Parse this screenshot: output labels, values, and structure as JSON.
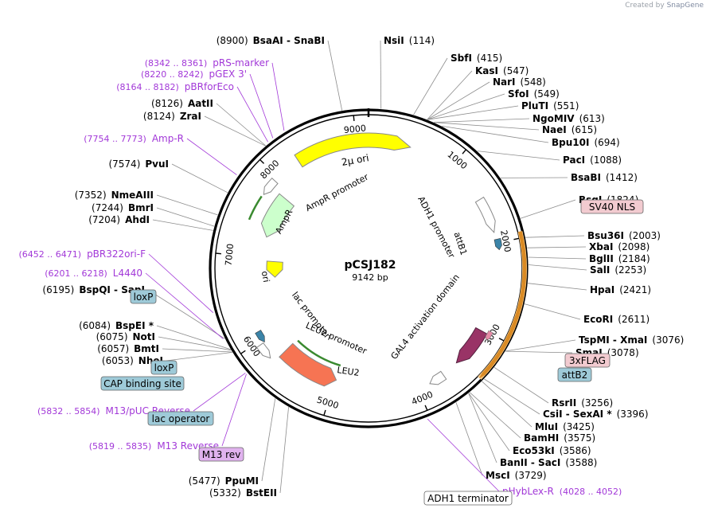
{
  "credit": {
    "prefix": "Created by",
    "brand": "SnapGene"
  },
  "plasmid": {
    "name": "pCSJ182",
    "length": "9142 bp",
    "total_bp": 9142
  },
  "ticks": [
    "1000",
    "2000",
    "3000",
    "4000",
    "5000",
    "6000",
    "7000",
    "8000",
    "9000"
  ],
  "sites": [
    {
      "name": "NsiI",
      "pos": "(114)",
      "order": "name-first"
    },
    {
      "name": "SbfI",
      "pos": "(415)",
      "order": "name-first"
    },
    {
      "name": "KasI",
      "pos": "(547)",
      "order": "name-first"
    },
    {
      "name": "NarI",
      "pos": "(548)",
      "order": "name-first"
    },
    {
      "name": "SfoI",
      "pos": "(549)",
      "order": "name-first"
    },
    {
      "name": "PluTI",
      "pos": "(551)",
      "order": "name-first"
    },
    {
      "name": "NgoMIV",
      "pos": "(613)",
      "order": "name-first"
    },
    {
      "name": "NaeI",
      "pos": "(615)",
      "order": "name-first"
    },
    {
      "name": "Bpu10I",
      "pos": "(694)",
      "order": "name-first"
    },
    {
      "name": "PacI",
      "pos": "(1088)",
      "order": "name-first"
    },
    {
      "name": "BsaBI",
      "pos": "(1412)",
      "order": "name-first"
    },
    {
      "name": "BsgI",
      "pos": "(1824)",
      "order": "name-first"
    },
    {
      "name": "Bsu36I",
      "pos": "(2003)",
      "order": "name-first"
    },
    {
      "name": "XbaI",
      "pos": "(2098)",
      "order": "name-first"
    },
    {
      "name": "BglII",
      "pos": "(2184)",
      "order": "name-first"
    },
    {
      "name": "SalI",
      "pos": "(2253)",
      "order": "name-first"
    },
    {
      "name": "HpaI",
      "pos": "(2421)",
      "order": "name-first"
    },
    {
      "name": "EcoRI",
      "pos": "(2611)",
      "order": "name-first"
    },
    {
      "name": "TspMI  -  XmaI",
      "pos": "(3076)",
      "order": "name-first"
    },
    {
      "name": "SmaI",
      "pos": "(3078)",
      "order": "name-first"
    },
    {
      "name": "RsrII",
      "pos": "(3256)",
      "order": "name-first"
    },
    {
      "name": "CsiI  -  SexAI *",
      "pos": "(3396)",
      "order": "name-first"
    },
    {
      "name": "MluI",
      "pos": "(3425)",
      "order": "name-first"
    },
    {
      "name": "BamHI",
      "pos": "(3575)",
      "order": "name-first"
    },
    {
      "name": "Eco53kI",
      "pos": "(3586)",
      "order": "name-first"
    },
    {
      "name": "BanII  -  SacI",
      "pos": "(3588)",
      "order": "name-first"
    },
    {
      "name": "MscI",
      "pos": "(3729)",
      "order": "name-first"
    },
    {
      "name": "BstEII",
      "pos": "(5332)",
      "order": "pos-first"
    },
    {
      "name": "PpuMI",
      "pos": "(5477)",
      "order": "pos-first"
    },
    {
      "name": "NheI",
      "pos": "(6053)",
      "order": "pos-first"
    },
    {
      "name": "BmtI",
      "pos": "(6057)",
      "order": "pos-first"
    },
    {
      "name": "NotI",
      "pos": "(6075)",
      "order": "pos-first"
    },
    {
      "name": "BspEI *",
      "pos": "(6084)",
      "order": "pos-first"
    },
    {
      "name": "BspQI  -  SapI",
      "pos": "(6195)",
      "order": "pos-first"
    },
    {
      "name": "AhdI",
      "pos": "(7204)",
      "order": "pos-first"
    },
    {
      "name": "BmrI",
      "pos": "(7244)",
      "order": "pos-first"
    },
    {
      "name": "NmeAIII",
      "pos": "(7352)",
      "order": "pos-first"
    },
    {
      "name": "PvuI",
      "pos": "(7574)",
      "order": "pos-first"
    },
    {
      "name": "ZraI",
      "pos": "(8124)",
      "order": "pos-first"
    },
    {
      "name": "AatII",
      "pos": "(8126)",
      "order": "pos-first"
    },
    {
      "name": "BsaAI  -  SnaBI",
      "pos": "(8900)",
      "order": "pos-first"
    }
  ],
  "primers": [
    {
      "name": "pRS-marker",
      "range": "(8342 .. 8361)"
    },
    {
      "name": "pGEX 3'",
      "range": "(8220 .. 8242)"
    },
    {
      "name": "pBRforEco",
      "range": "(8164 .. 8182)"
    },
    {
      "name": "Amp-R",
      "range": "(7754 .. 7773)"
    },
    {
      "name": "pBR322ori-F",
      "range": "(6452 .. 6471)"
    },
    {
      "name": "L4440",
      "range": "(6201 .. 6218)"
    },
    {
      "name": "M13/pUC Reverse",
      "range": "(5832 .. 5854)"
    },
    {
      "name": "M13 Reverse",
      "range": "(5819 .. 5835)"
    },
    {
      "name": "pHybLex-R",
      "range": "(4028 .. 4052)"
    }
  ],
  "boxed": [
    {
      "name": "SV40 NLS",
      "fill": "#f2cbd0"
    },
    {
      "name": "3xFLAG",
      "fill": "#f2cbd0"
    },
    {
      "name": "attB2",
      "fill": "#9ecad8"
    },
    {
      "name": "ADH1 terminator",
      "fill": "#ffffff"
    },
    {
      "name": "M13 rev",
      "fill": "#e0b2ee"
    },
    {
      "name": "lac operator",
      "fill": "#9ecad8"
    },
    {
      "name": "CAP binding site",
      "fill": "#9ecad8"
    },
    {
      "name": "loxP",
      "fill": "#9ecad8"
    },
    {
      "name": "loxP",
      "fill": "#9ecad8"
    }
  ],
  "features": {
    "two_micron": "2µ ori",
    "ampr_promoter": "AmpR promoter",
    "ampr": "AmpR",
    "ori": "ori",
    "lac_promoter": "lac promoter",
    "leu2_promoter": "LEU2 promoter",
    "leu2": "LEU2",
    "adh1_promoter": "ADH1 promoter",
    "attb1": "attB1",
    "gal4": "GAL4 activation domain"
  },
  "colors": {
    "primer": "#a238d8",
    "line": "#8c8c8c",
    "two_micron": "#ffff00",
    "ampr": "#ccffcc",
    "leu2": "#f67453",
    "gal4": "#993366",
    "ring": "#000000"
  }
}
